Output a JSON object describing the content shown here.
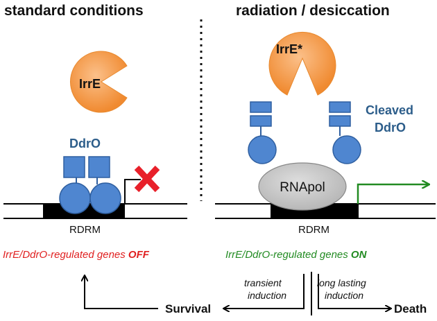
{
  "left_panel": {
    "heading": "standard conditions",
    "irre_label": "IrrE",
    "ddro_label": "DdrO",
    "rdrm_label": "RDRM",
    "status_prefix": "IrrE/DdrO-regulated genes ",
    "status_state": "OFF",
    "status_color": "#e02020"
  },
  "right_panel": {
    "heading": "radiation / desiccation",
    "irre_label": "IrrE*",
    "cleaved_label_line1": "Cleaved",
    "cleaved_label_line2": "DdrO",
    "rnapol_label": "RNApol",
    "rdrm_label": "RDRM",
    "status_prefix": "IrrE/DdrO-regulated genes ",
    "status_state": "ON",
    "status_color": "#228b22"
  },
  "outcomes": {
    "survival": "Survival",
    "death": "Death",
    "transient_line1": "transient",
    "transient_line2": "induction",
    "lasting_line1": "long lasting",
    "lasting_line2": "induction"
  },
  "colors": {
    "irre": "#f59a45",
    "ddro": "#4f86d0",
    "ddro_label": "#2c5d8a",
    "rnapol": "#c6c6c6",
    "promoter": "#000000",
    "repressed_mark": "#e8202a",
    "transcription_arrow": "#228b22"
  }
}
